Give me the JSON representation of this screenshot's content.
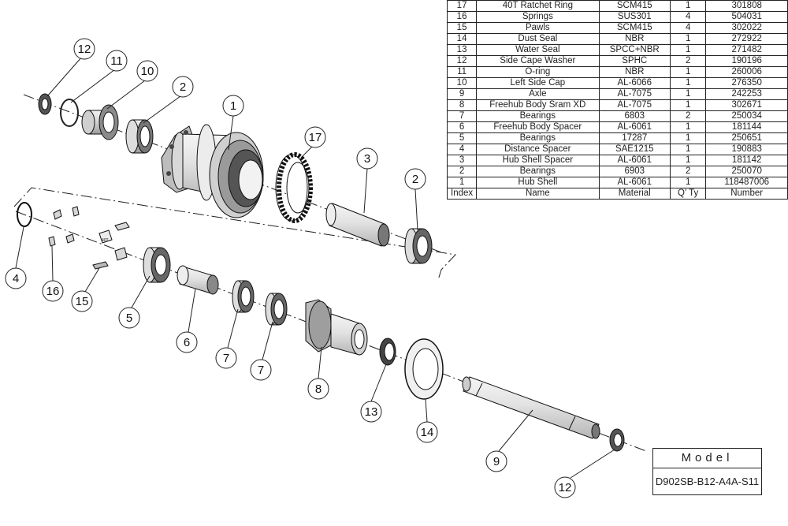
{
  "parts_table": {
    "headers": {
      "index": "Index",
      "name": "Name",
      "material": "Material",
      "qty": "Q' Ty",
      "number": "Number"
    },
    "rows": [
      {
        "index": "17",
        "name": "40T Ratchet Ring",
        "material": "SCM415",
        "qty": "1",
        "number": "301808"
      },
      {
        "index": "16",
        "name": "Springs",
        "material": "SUS301",
        "qty": "4",
        "number": "504031"
      },
      {
        "index": "15",
        "name": "Pawls",
        "material": "SCM415",
        "qty": "4",
        "number": "302022"
      },
      {
        "index": "14",
        "name": "Dust Seal",
        "material": "NBR",
        "qty": "1",
        "number": "272922"
      },
      {
        "index": "13",
        "name": "Water Seal",
        "material": "SPCC+NBR",
        "qty": "1",
        "number": "271482"
      },
      {
        "index": "12",
        "name": "Side Cape Washer",
        "material": "SPHC",
        "qty": "2",
        "number": "190196"
      },
      {
        "index": "11",
        "name": "O-ring",
        "material": "NBR",
        "qty": "1",
        "number": "260006"
      },
      {
        "index": "10",
        "name": "Left Side Cap",
        "material": "AL-6066",
        "qty": "1",
        "number": "276350"
      },
      {
        "index": "9",
        "name": "Axle",
        "material": "AL-7075",
        "qty": "1",
        "number": "242253"
      },
      {
        "index": "8",
        "name": "Freehub Body Sram XD",
        "material": "AL-7075",
        "qty": "1",
        "number": "302671"
      },
      {
        "index": "7",
        "name": "Bearings",
        "material": "6803",
        "qty": "2",
        "number": "250034"
      },
      {
        "index": "6",
        "name": "Freehub Body Spacer",
        "material": "AL-6061",
        "qty": "1",
        "number": "181144"
      },
      {
        "index": "5",
        "name": "Bearings",
        "material": "17287",
        "qty": "1",
        "number": "250651"
      },
      {
        "index": "4",
        "name": "Distance Spacer",
        "material": "SAE1215",
        "qty": "1",
        "number": "190883"
      },
      {
        "index": "3",
        "name": "Hub Shell Spacer",
        "material": "AL-6061",
        "qty": "1",
        "number": "181142"
      },
      {
        "index": "2",
        "name": "Bearings",
        "material": "6903",
        "qty": "2",
        "number": "250070"
      },
      {
        "index": "1",
        "name": "Hub Shell",
        "material": "AL-6061",
        "qty": "1",
        "number": "118487006"
      }
    ]
  },
  "model": {
    "label": "Model",
    "value": "D902SB-B12-A4A-S11"
  },
  "callouts": [
    {
      "id": "c12a",
      "label": "12"
    },
    {
      "id": "c11",
      "label": "11"
    },
    {
      "id": "c10",
      "label": "10"
    },
    {
      "id": "c2a",
      "label": "2"
    },
    {
      "id": "c1",
      "label": "1"
    },
    {
      "id": "c17",
      "label": "17"
    },
    {
      "id": "c3",
      "label": "3"
    },
    {
      "id": "c2b",
      "label": "2"
    },
    {
      "id": "c4",
      "label": "4"
    },
    {
      "id": "c16",
      "label": "16"
    },
    {
      "id": "c15",
      "label": "15"
    },
    {
      "id": "c5",
      "label": "5"
    },
    {
      "id": "c6",
      "label": "6"
    },
    {
      "id": "c7a",
      "label": "7"
    },
    {
      "id": "c7b",
      "label": "7"
    },
    {
      "id": "c8",
      "label": "8"
    },
    {
      "id": "c13",
      "label": "13"
    },
    {
      "id": "c14",
      "label": "14"
    },
    {
      "id": "c9",
      "label": "9"
    },
    {
      "id": "c12b",
      "label": "12"
    }
  ],
  "pawl_marking": "40T"
}
